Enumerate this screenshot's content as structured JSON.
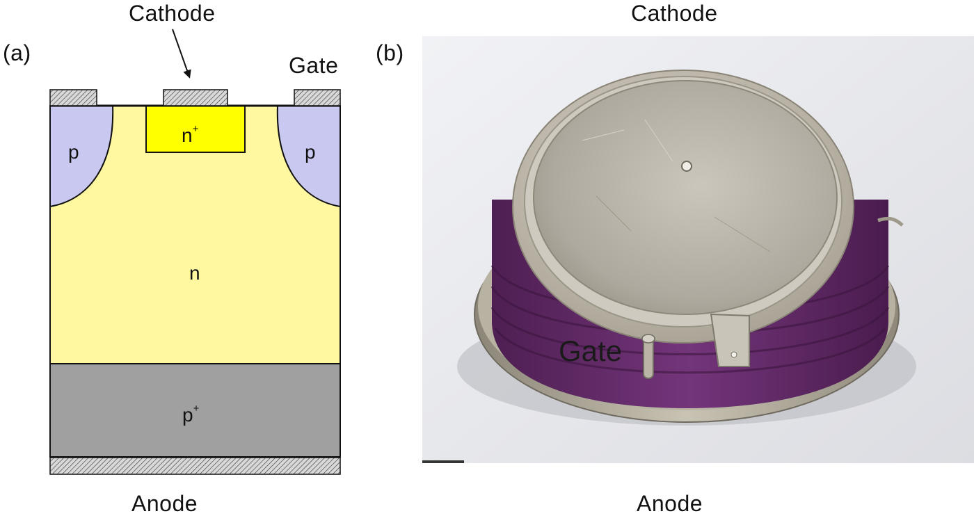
{
  "panel_a": {
    "label": "(a)",
    "cathode_label": "Cathode",
    "gate_label": "Gate",
    "anode_label": "Anode",
    "regions": {
      "p_left": "p",
      "p_right": "p",
      "n_plus_base": "n",
      "n_plus_sup": "+",
      "n_drift": "n",
      "p_plus_base": "p",
      "p_plus_sup": "+"
    },
    "colors": {
      "n_drift": "#fff8a0",
      "n_plus": "#ffff00",
      "p_region": "#c8c8f0",
      "p_plus": "#a0a0a0",
      "contact_hatch": "#cfcfcf"
    }
  },
  "panel_b": {
    "label": "(b)",
    "cathode_label": "Cathode",
    "gate_label": "Gate",
    "anode_label": "Anode",
    "colors": {
      "housing": "#6a2f6e",
      "metal": "#bdb7a8",
      "background": "#e9eaee"
    }
  }
}
